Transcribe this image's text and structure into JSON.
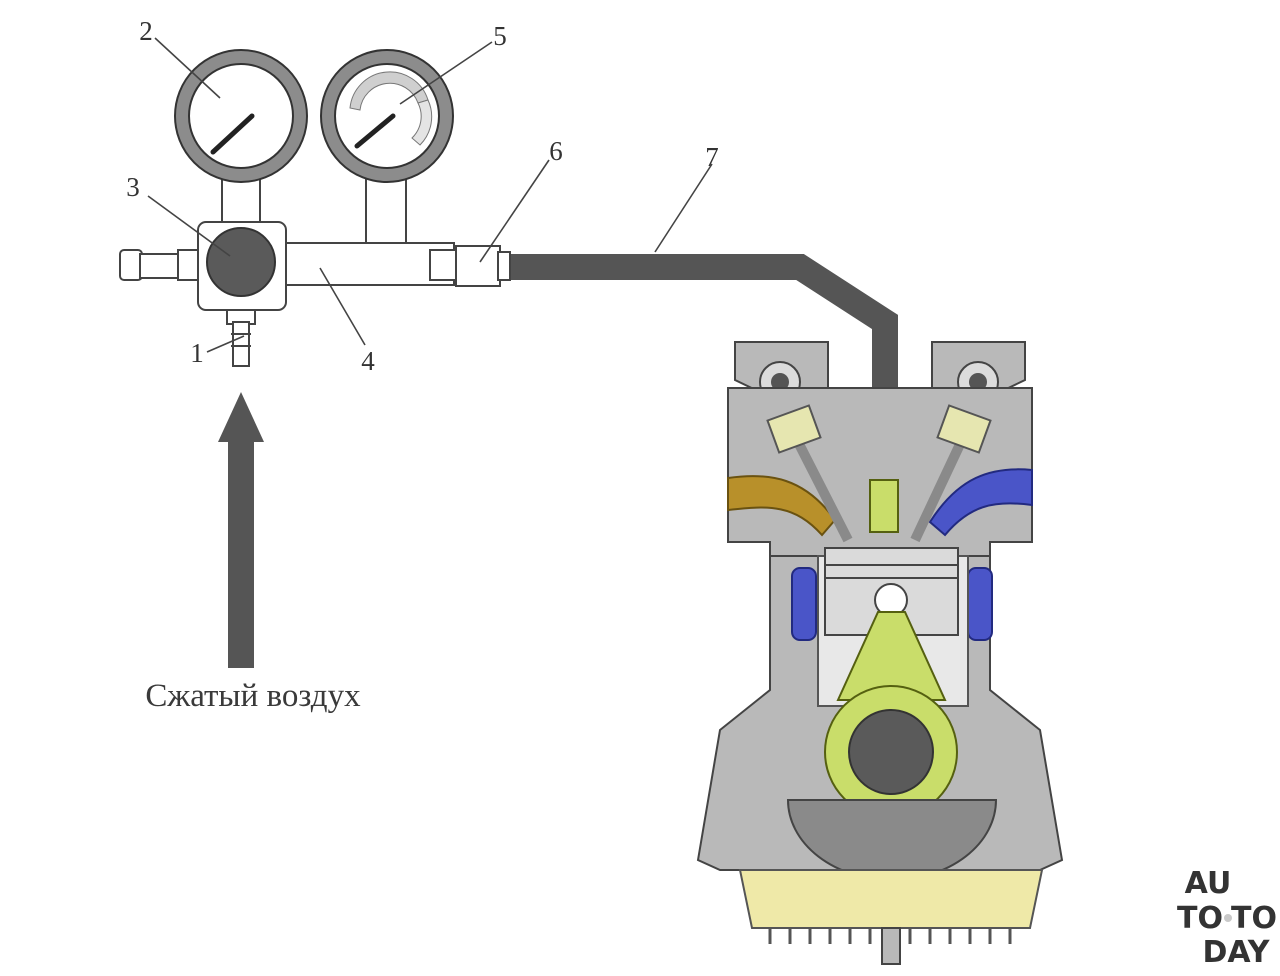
{
  "labels": {
    "n1": "1",
    "n2": "2",
    "n3": "3",
    "n4": "4",
    "n5": "5",
    "n6": "6",
    "n7": "7"
  },
  "caption": "Сжатый воздух",
  "watermark": {
    "line1": "AU",
    "line2a": "TO",
    "line2b": "TO",
    "line3": "DAY"
  },
  "colors": {
    "hose": "#555555",
    "arrow": "#555555",
    "gauge_rim": "#8c8c8c",
    "valve_knob": "#5a5a5a",
    "engine_gray": "#b9b9b9",
    "intake_port": "#b8902a",
    "exhaust_port": "#4a55c8",
    "piston_rod": "#c9dd6a",
    "oil_pan": "#efe9a8",
    "watermark": "#c9c9c9"
  }
}
